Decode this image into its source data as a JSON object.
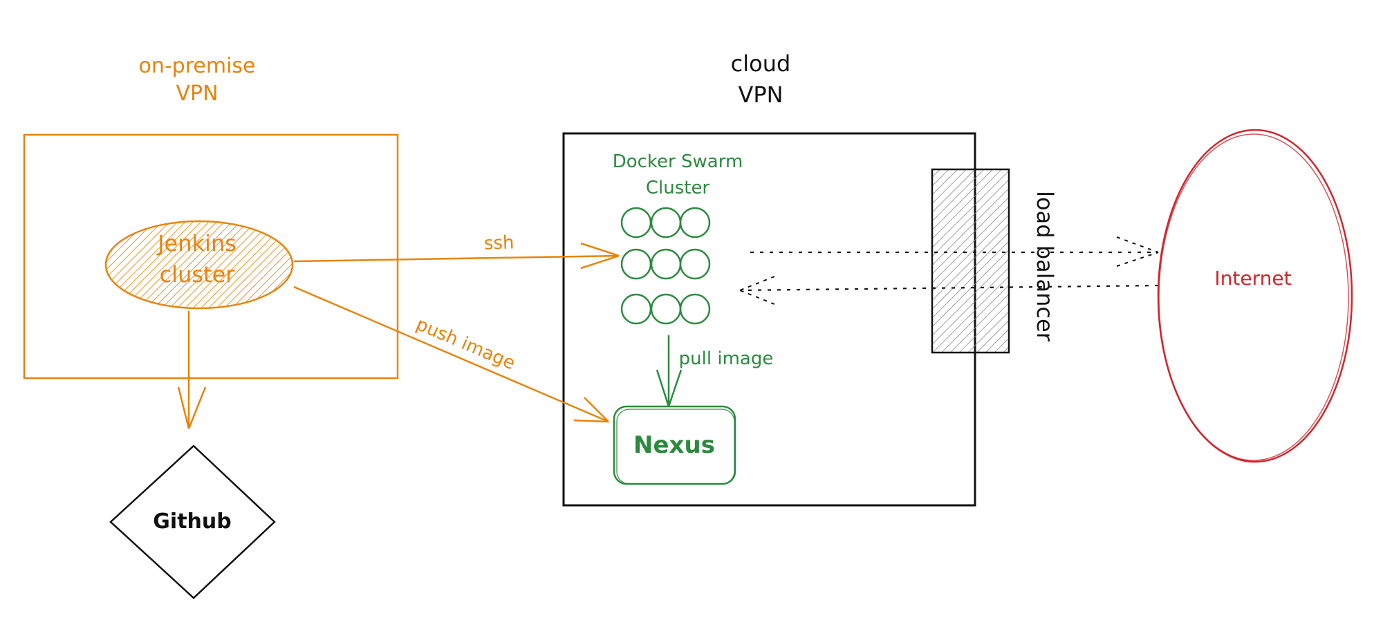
{
  "zones": {
    "on_premise": {
      "line1": "on-premise",
      "line2": "VPN",
      "color": "#e8830c"
    },
    "cloud": {
      "line1": "cloud",
      "line2": "VPN",
      "color": "#111111"
    }
  },
  "nodes": {
    "jenkins": {
      "line1": "Jenkins",
      "line2": "cluster",
      "color": "#e8830c"
    },
    "github": {
      "label": "Github",
      "color": "#111111"
    },
    "docker_swarm": {
      "line1": "Docker Swarm",
      "line2": "Cluster",
      "color": "#2b8a3e"
    },
    "nexus": {
      "label": "Nexus",
      "color": "#2b8a3e"
    },
    "load_balancer": {
      "label": "load balancer",
      "color": "#111111"
    },
    "internet": {
      "label": "Internet",
      "color": "#d0262d"
    }
  },
  "edges": {
    "ssh": "ssh",
    "push_image": "push image",
    "pull_image": "pull image"
  }
}
